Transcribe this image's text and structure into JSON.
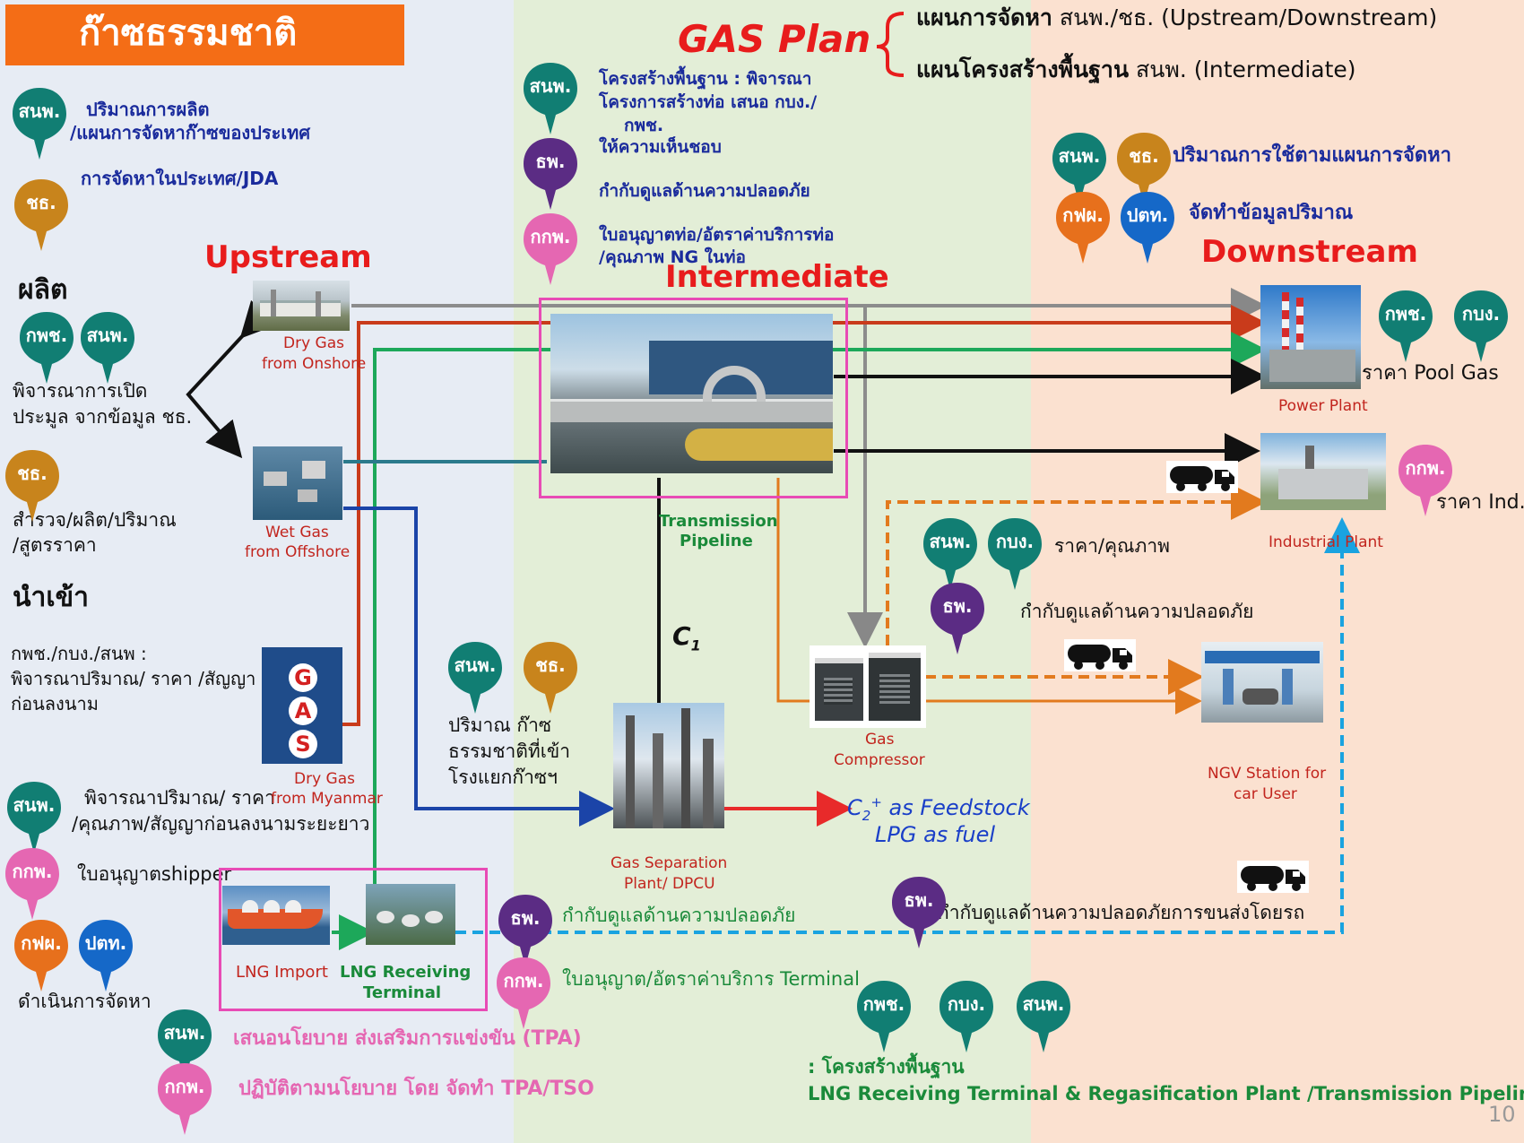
{
  "zones": {
    "upstream_color": "#e7ecf4",
    "intermediate_color": "#e3eed7",
    "downstream_color": "#fbe1d0"
  },
  "title": "ก๊าซธรรมชาติ",
  "gas_plan": {
    "label": "GAS Plan",
    "line1_bold": "แผนการจัดหา",
    "line1_rest": "สนพ./ชธ. (Upstream/Downstream)",
    "line2_bold": "แผนโครงสร้างพื้นฐาน",
    "line2_rest": "สนพ. (Intermediate)"
  },
  "sections": {
    "upstream": "Upstream",
    "intermediate": "Intermediate",
    "downstream": "Downstream"
  },
  "upstream": {
    "p1": "ปริมาณการผลิต",
    "p2": "/แผนการจัดหาก๊าซของประเทศ",
    "p3": "การจัดหาในประเทศ/JDA",
    "produce": "ผลิต",
    "p4": "พิจารณาการเปิด",
    "p5": "ประมูล จากข้อมูล ชธ.",
    "p6": "สำรวจ/ผลิต/ปริมาณ",
    "p7": "/สูตรราคา",
    "import": "นำเข้า",
    "i1": "กพช./กบง./สนพ :",
    "i2": "พิจารณาปริมาณ/ ราคา /สัญญา",
    "i3": "ก่อนลงนาม",
    "i4": "พิจารณาปริมาณ/ ราคา",
    "i5": "/คุณภาพ/สัญญาก่อนลงนามระยะยาว",
    "i6": "ใบอนุญาตshipper",
    "i7": "ดำเนินการจัดหา",
    "i8": "เสนอนโยบาย ส่งเสริมการแข่งขัน (TPA)",
    "i9": "ปฏิบัติตามนโยบาย โดย จัดทำ TPA/TSO"
  },
  "sources": {
    "dry_onshore_1": "Dry Gas",
    "dry_onshore_2": "from Onshore",
    "wet_offshore_1": "Wet Gas",
    "wet_offshore_2": "from Offshore",
    "dry_myanmar_1": "Dry Gas",
    "dry_myanmar_2": "from Myanmar",
    "lng_import": "LNG Import",
    "lng_receiving_1": "LNG Receiving",
    "lng_receiving_2": "Terminal"
  },
  "intermediate": {
    "m1": "โครงสร้างพื้นฐาน : พิจารณา",
    "m2": "โครงการสร้างท่อ เสนอ กบง./",
    "m3": "กพช.",
    "m4": "ให้ความเห็นชอบ",
    "m5": "กำกับดูแลด้านความปลอดภัย",
    "m6": "ใบอนุญาตท่อ/อัตราค่าบริการท่อ",
    "m7": "/คุณภาพ NG ในท่อ",
    "pipeline_1": "Transmission",
    "pipeline_2": "Pipeline",
    "c1": "C",
    "c1_sub": "1",
    "q1": "ปริมาณ ก๊าซ",
    "q2": "ธรรมชาติที่เข้า",
    "q3": "โรงแยกก๊าซฯ",
    "gsp_1": "Gas Separation",
    "gsp_2": "Plant/ DPCU",
    "feed_1": "C",
    "feed_1_sub": "2",
    "feed_1_sup": "+",
    "feed_1_rest": " as Feedstock",
    "feed_2": "LPG as fuel",
    "safety": "กำกับดูแลด้านความปลอดภัย",
    "terminal": "ใบอนุญาต/อัตราค่าบริการ Terminal",
    "infra_1": ": โครงสร้างพื้นฐาน",
    "infra_2": "LNG Receiving Terminal & Regasification Plant /Transmission Pipeline"
  },
  "downstream": {
    "d1": "ปริมาณการใช้ตามแผนการจัดหา",
    "d2": "จัดทำข้อมูลปริมาณ",
    "pool_price": "ราคา Pool Gas",
    "power_plant": "Power Plant",
    "ind_price": "ราคา Ind.",
    "industrial_plant": "Industrial Plant",
    "price_quality": "ราคา/คุณภาพ",
    "safety": "กำกับดูแลด้านความปลอดภัย",
    "compressor_1": "Gas",
    "compressor_2": "Compressor",
    "ngv_1": "NGV Station for",
    "ngv_2": "car User",
    "transport_safety": "กำกับดูแลด้านความปลอดภัยการขนส่งโดยรถ"
  },
  "page_number": "10",
  "agencies": {
    "eppo": "สนพ.",
    "dmf": "ชธ.",
    "doeb": "ธพ.",
    "erc": "กกพ.",
    "nepc": "กพช.",
    "cepa": "กบง.",
    "egat": "กฟผ.",
    "ptt": "ปตท."
  }
}
